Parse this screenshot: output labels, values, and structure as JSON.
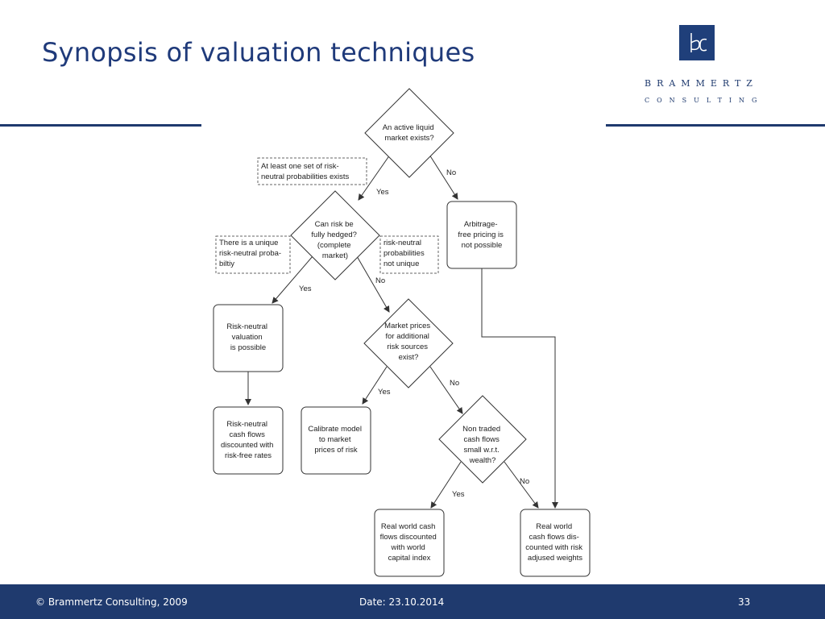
{
  "slide": {
    "title": "Synopsis of valuation techniques"
  },
  "logo": {
    "mark": "bc",
    "name": "BRAMMERTZ",
    "tagline": "CONSULTING"
  },
  "footer": {
    "copyright": "© Brammertz Consulting, 2009",
    "date": "Date: 23.10.2014",
    "page": "33"
  },
  "diagram": {
    "nodes": {
      "active_market": [
        "An active liquid",
        "market exists?"
      ],
      "arbitrage": [
        "Arbitrage-",
        "free pricing is",
        "not possible"
      ],
      "hedged": [
        "Can risk be",
        "fully hedged?",
        "(complete",
        "market)"
      ],
      "rn_possible": [
        "Risk-neutral",
        "valuation",
        "is possible"
      ],
      "market_prices": [
        "Market prices",
        "for additional",
        "risk sources",
        "exist?"
      ],
      "rn_cashflows": [
        "Risk-neutral",
        "cash flows",
        "discounted with",
        "risk-free rates"
      ],
      "calibrate": [
        "Calibrate model",
        "to market",
        "prices of risk"
      ],
      "non_traded": [
        "Non traded",
        "cash flows",
        "small w.r.t.",
        "wealth?"
      ],
      "real_world_index": [
        "Real world cash",
        "flows discounted",
        "with world",
        "capital index"
      ],
      "real_world_weights": [
        "Real world",
        "cash flows dis-",
        "counted with risk",
        "adjused weights"
      ]
    },
    "notes": {
      "one_set": [
        "At least one set of risk-",
        "neutral probabilities exists"
      ],
      "unique": [
        "There is a unique",
        "risk-neutral proba-",
        "biltiy"
      ],
      "not_unique": [
        "risk-neutral",
        "probabilities",
        "not unique"
      ]
    },
    "edge_labels": {
      "active_yes": "Yes",
      "active_no": "No",
      "hedged_yes": "Yes",
      "hedged_no": "No",
      "market_yes": "Yes",
      "market_no": "No",
      "nontraded_yes": "Yes",
      "nontraded_no": "No"
    }
  }
}
